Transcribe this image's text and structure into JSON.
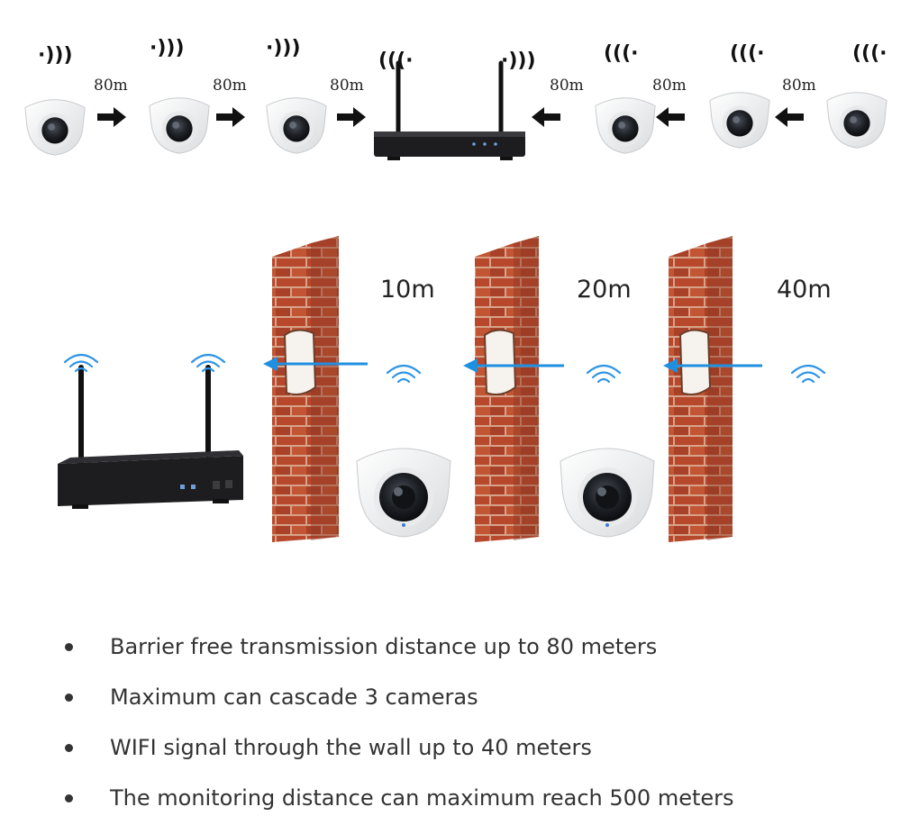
{
  "top_diagram": {
    "distance_labels": [
      "80m",
      "80m",
      "80m",
      "80m",
      "80m",
      "80m"
    ]
  },
  "wall_diagram": {
    "distance_labels": [
      "10m",
      "20m",
      "40m"
    ]
  },
  "features": [
    "Barrier free transmission distance up to 80 meters",
    "Maximum can cascade 3 cameras",
    "WIFI signal through the wall up to 40 meters",
    "The monitoring distance can maximum reach 500 meters"
  ],
  "colors": {
    "arrow_blue": "#1f8fe0",
    "brick": "#b5492d",
    "mortar": "#d9a88e",
    "nvr_body": "#1d1d1f"
  }
}
